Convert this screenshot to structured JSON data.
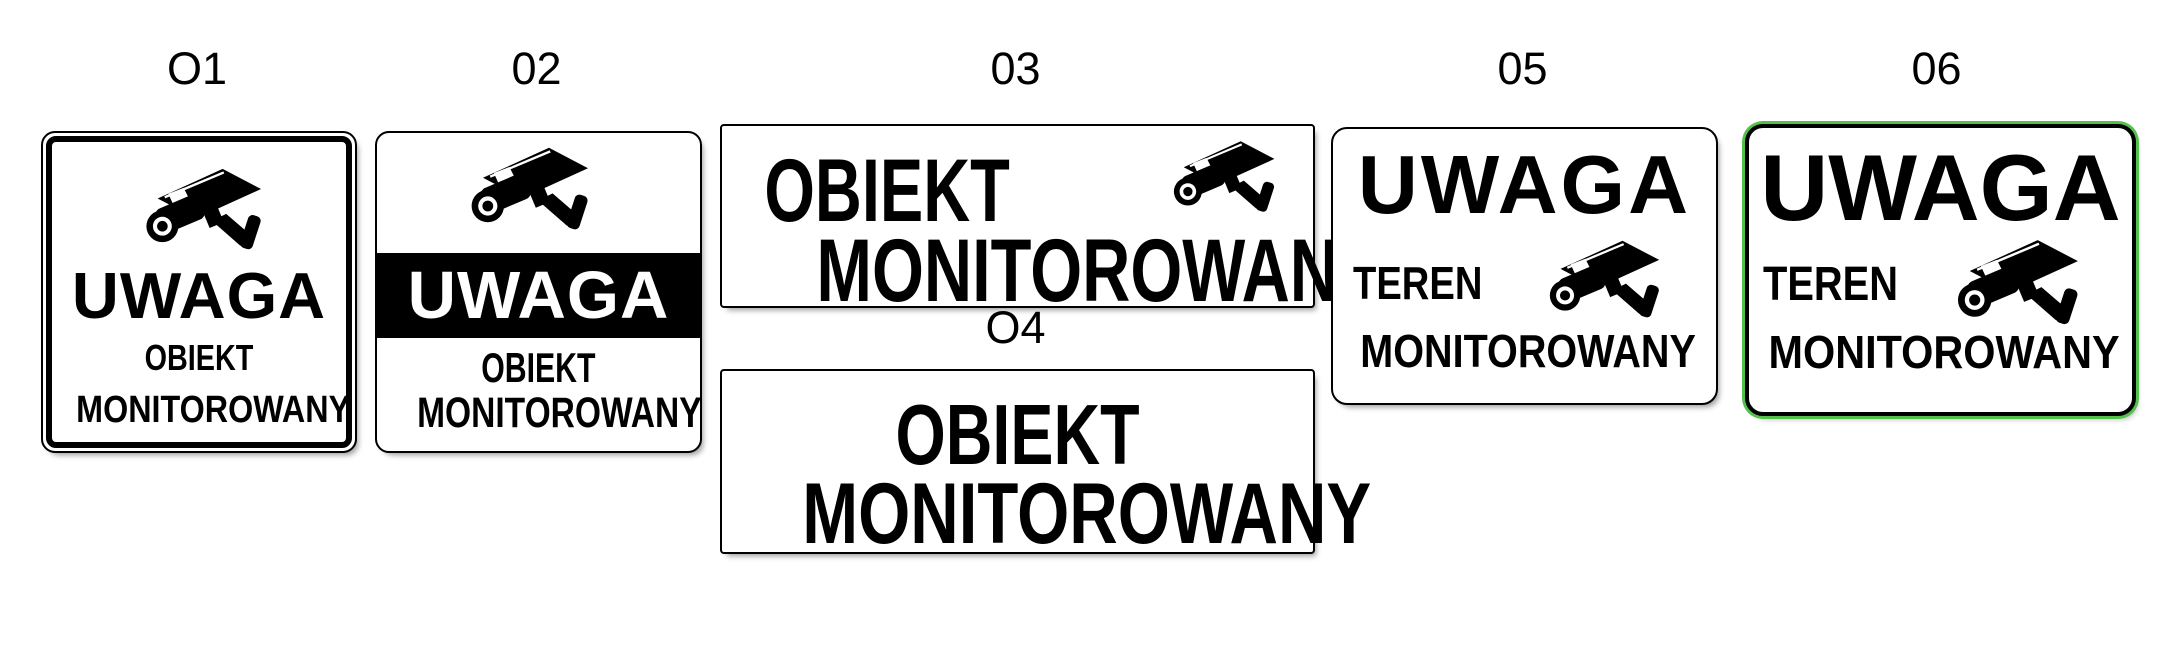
{
  "colors": {
    "ink": "#000000",
    "paper": "#ffffff",
    "accent_green": "#54c24a"
  },
  "board_description": "six surveillance warning sign variants",
  "signs": {
    "o1": {
      "label": "O1",
      "uwaga": "UWAGA",
      "obiekt": "OBIEKT",
      "monitorowany": "MONITOROWANY"
    },
    "o2": {
      "label": "02",
      "uwaga": "UWAGA",
      "obiekt": "OBIEKT",
      "monitorowany": "MONITOROWANY"
    },
    "o3": {
      "label": "03",
      "obiekt": "OBIEKT",
      "monitorowany": "MONITOROWANY"
    },
    "o4": {
      "label": "O4",
      "obiekt": "OBIEKT",
      "monitorowany": "MONITOROWANY"
    },
    "o5": {
      "label": "05",
      "uwaga": "UWAGA",
      "teren": "TEREN",
      "monitorowany": "MONITOROWANY"
    },
    "o6": {
      "label": "06",
      "uwaga": "UWAGA",
      "teren": "TEREN",
      "monitorowany": "MONITOROWANY"
    }
  }
}
